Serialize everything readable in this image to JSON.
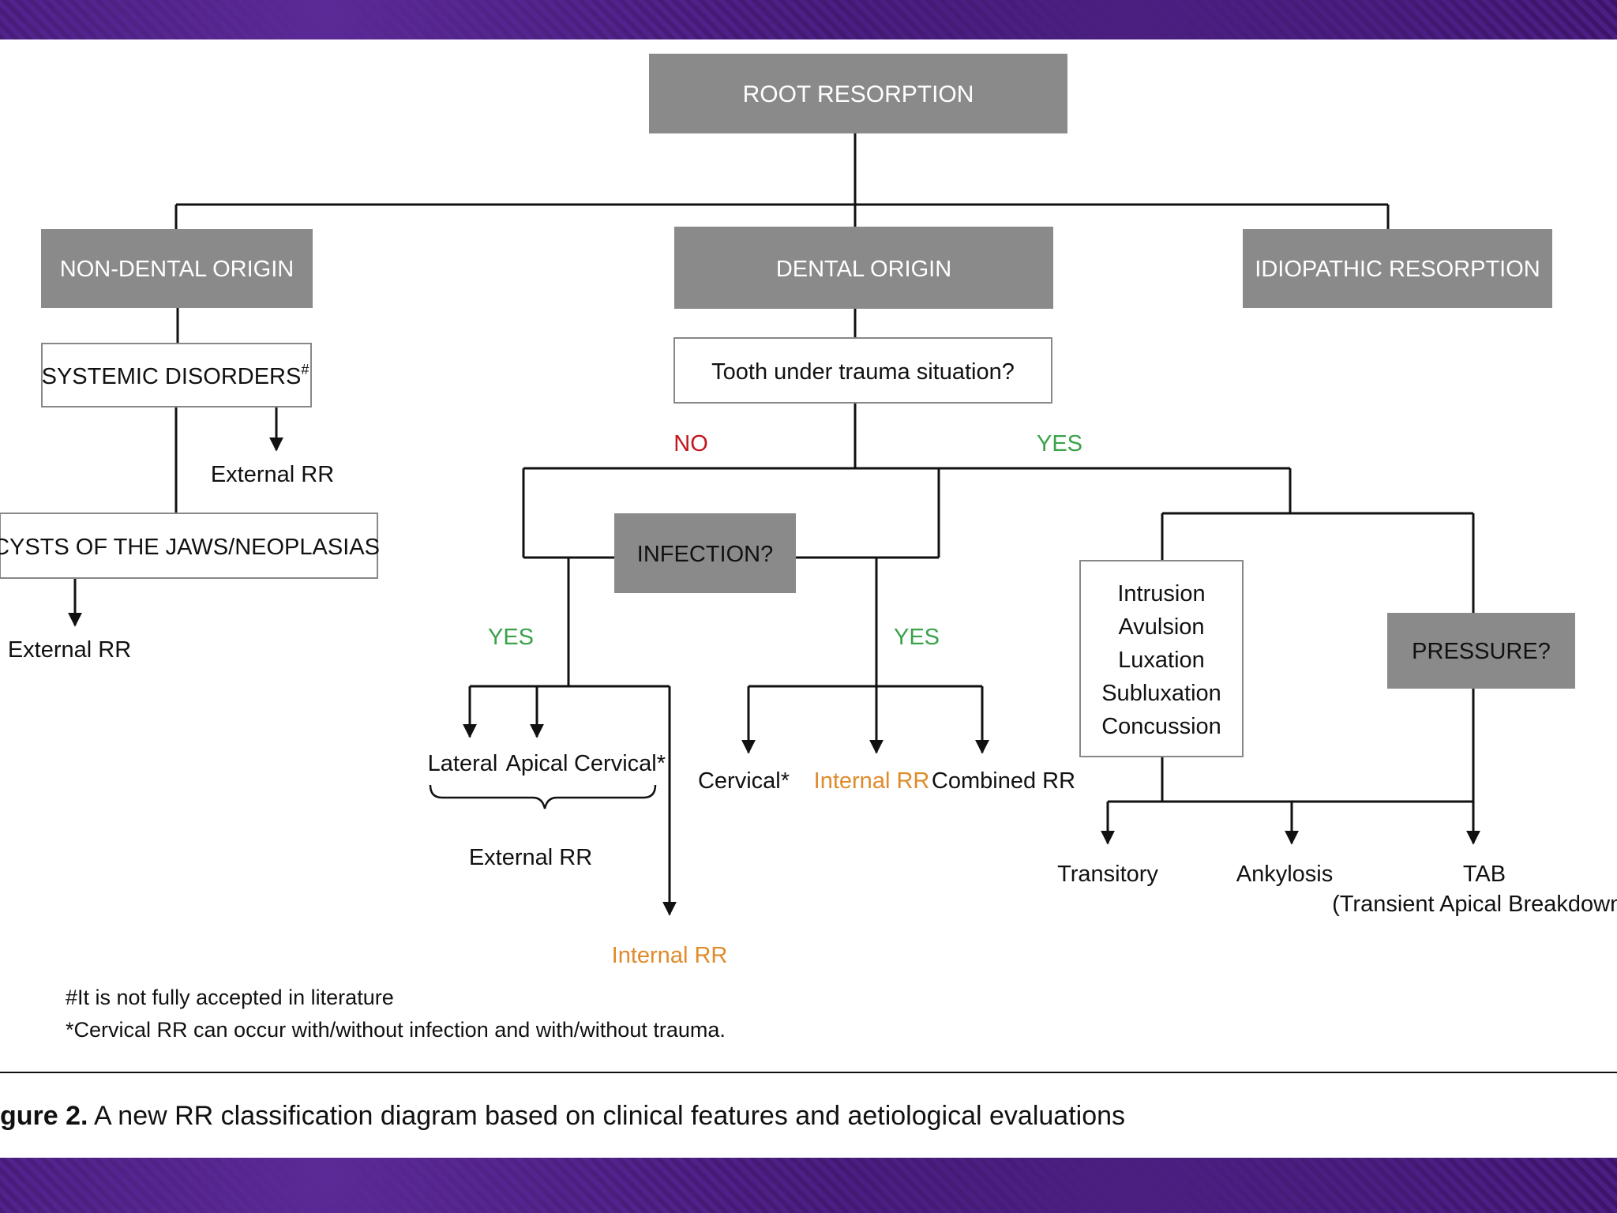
{
  "boxes": {
    "root": "ROOT RESORPTION",
    "non_dental": "NON-DENTAL ORIGIN",
    "dental": "DENTAL ORIGIN",
    "idiopathic": "IDIOPATHIC RESORPTION",
    "systemic": "SYSTEMIC DISORDERS",
    "systemic_mark": "#",
    "cysts": "CYSTS OF THE JAWS/NEOPLASIAS",
    "trauma_q": "Tooth under trauma situation?",
    "infection_q": "INFECTION?",
    "pressure_q": "PRESSURE?",
    "trauma_types": [
      "Intrusion",
      "Avulsion",
      "Luxation",
      "Subluxation",
      "Concussion"
    ]
  },
  "labels": {
    "no": "NO",
    "yes_trauma": "YES",
    "yes_left": "YES",
    "yes_right": "YES",
    "external_rr_systemic": "External RR",
    "external_rr_cysts": "External RR",
    "lateral": "Lateral",
    "apical": "Apical",
    "cervical_star_left": "Cervical*",
    "external_rr_group": "External RR",
    "internal_rr_bottom": "Internal RR",
    "cervical_star_mid": "Cervical*",
    "internal_rr_mid": "Internal RR",
    "combined_rr": "Combined RR",
    "transitory": "Transitory",
    "ankylosis": "Ankylosis",
    "tab": "TAB",
    "tab_full": "(Transient Apical Breakdown)"
  },
  "footnotes": {
    "note1": "#It is not fully accepted in literature",
    "note2": "*Cervical RR can occur with/without infection and with/without trauma."
  },
  "caption": {
    "bold": "gure 2.",
    "text": " A new RR classification diagram based on clinical features and aetiological evaluations"
  },
  "colors": {
    "box_gray": "#8a8a8a",
    "no_red": "#c0161c",
    "yes_green": "#3aa34a",
    "internal_orange": "#e08a2a",
    "background_purple": "#3a1566"
  }
}
